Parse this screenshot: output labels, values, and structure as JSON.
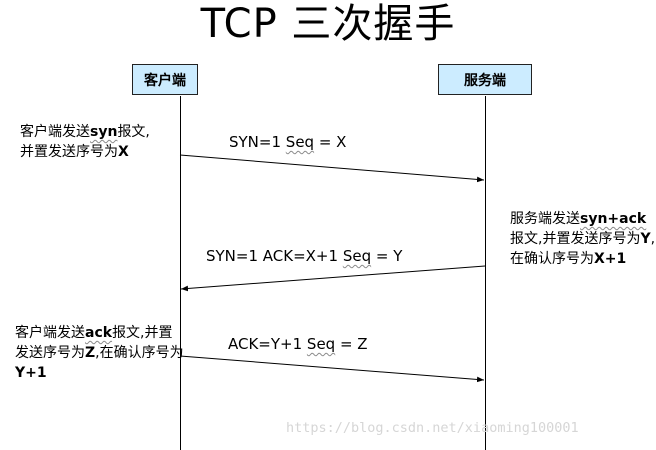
{
  "title": "TCP 三次握手",
  "actors": {
    "client": "客户端",
    "server": "服务端"
  },
  "messages": [
    {
      "pre": "SYN=1  ",
      "underlined": "Seq",
      "post": " = X"
    },
    {
      "pre": "SYN=1  ACK=X+1 ",
      "underlined": "Seq",
      "post": " = Y"
    },
    {
      "pre": "ACK=Y+1 ",
      "underlined": "Seq",
      "post": " = Z"
    }
  ],
  "notes": {
    "client_step1": [
      "客户端发送",
      "syn",
      "报文,并置发送序号为",
      "X"
    ],
    "server_step2": [
      "服务端发送",
      "syn+ack",
      "报文,并置发送序号为",
      "Y",
      ",在确认序号为",
      "X+1"
    ],
    "client_step3": [
      "客户端发送",
      "ack",
      "报文,并置发送序号为",
      "Z",
      ",在确认序号为",
      "Y+1"
    ]
  },
  "watermark": "https://blog.csdn.net/xiaoming100001"
}
